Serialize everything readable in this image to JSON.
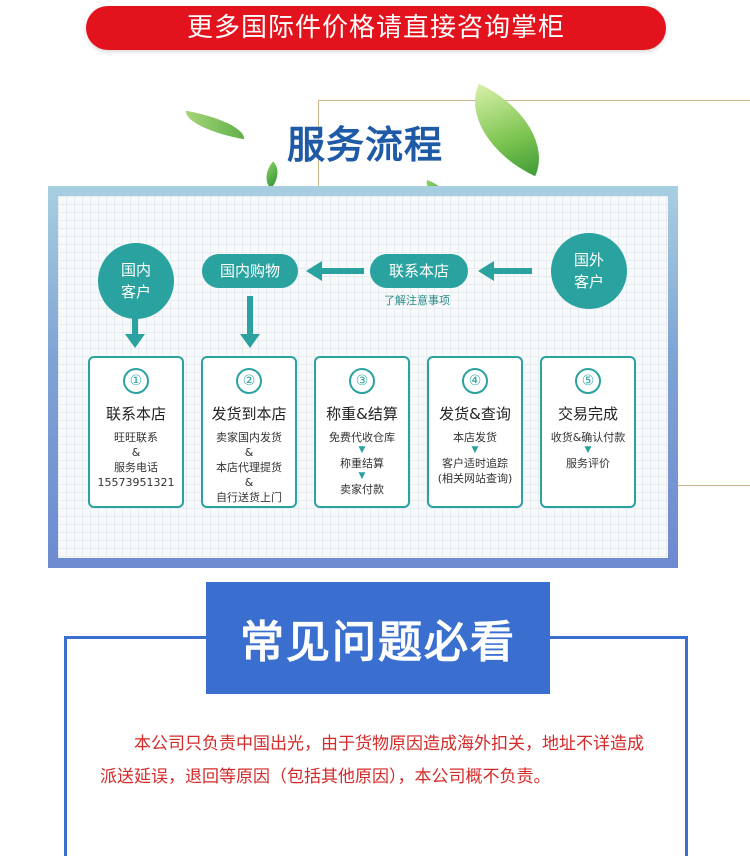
{
  "banner": {
    "text": "更多国际件价格请直接咨询掌柜",
    "color": "#e3131e"
  },
  "service": {
    "title": "服务流程",
    "start_nodes": {
      "domestic_customer": "国内\n客户",
      "foreign_customer": "国外\n客户"
    },
    "pills": {
      "domestic_purchase": "国内购物",
      "contact_store": "联系本店"
    },
    "note": "了解注意事项",
    "steps": [
      {
        "num": "①",
        "title": "联系本店",
        "lines": [
          {
            "t": "旺旺联系"
          },
          {
            "t": "&"
          },
          {
            "t": "服务电话"
          },
          {
            "t": "15573951321"
          }
        ]
      },
      {
        "num": "②",
        "title": "发货到本店",
        "lines": [
          {
            "t": "卖家国内发货"
          },
          {
            "t": "&"
          },
          {
            "t": "本店代理提货"
          },
          {
            "t": "&"
          },
          {
            "t": "自行送货上门"
          }
        ]
      },
      {
        "num": "③",
        "title": "称重&结算",
        "lines": [
          {
            "t": "免费代收仓库"
          },
          {
            "t": "▼",
            "tri": true
          },
          {
            "t": "称重结算"
          },
          {
            "t": "▼",
            "tri": true
          },
          {
            "t": "卖家付款"
          }
        ]
      },
      {
        "num": "④",
        "title": "发货&查询",
        "lines": [
          {
            "t": "本店发货"
          },
          {
            "t": "▼",
            "tri": true
          },
          {
            "t": "客户适时追踪"
          },
          {
            "t": "(相关网站查询)"
          }
        ]
      },
      {
        "num": "⑤",
        "title": "交易完成",
        "lines": [
          {
            "t": "收货&确认付款"
          },
          {
            "t": "▼",
            "tri": true
          },
          {
            "t": "服务评价"
          }
        ]
      }
    ],
    "accent_color": "#2aa3a0"
  },
  "faq": {
    "title": "常见问题必看",
    "text": "本公司只负责中国出光，由于货物原因造成海外扣关，地址不详造成派送延误，退回等原因（包括其他原因），本公司概不负责。",
    "accent_color": "#3a6fd0"
  }
}
